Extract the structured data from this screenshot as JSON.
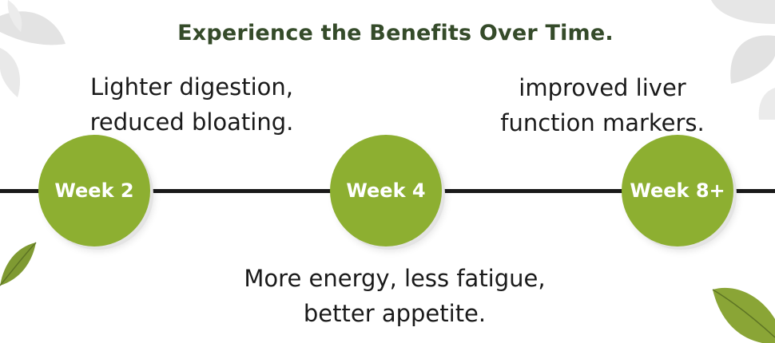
{
  "title": "Experience the Benefits Over Time.",
  "colors": {
    "title": "#354b2a",
    "node_fill": "#8daf31",
    "line": "#1a1a1a",
    "text": "#1a1a1a",
    "leaf_green": "#7f9a32",
    "leaf_gray": "#dcdcdc"
  },
  "milestones": [
    {
      "label": "Week 2",
      "benefit_lines": [
        "Lighter digestion,",
        "reduced bloating."
      ],
      "benefit_position": "above"
    },
    {
      "label": "Week 4",
      "benefit_lines": [
        "More energy, less fatigue,",
        "better appetite."
      ],
      "benefit_position": "below"
    },
    {
      "label": "Week 8+",
      "benefit_lines": [
        "improved liver",
        "function markers."
      ],
      "benefit_position": "above"
    }
  ],
  "decorations": [
    "leaf-icon",
    "leaf-icon",
    "leaf-icon",
    "leaf-icon"
  ]
}
